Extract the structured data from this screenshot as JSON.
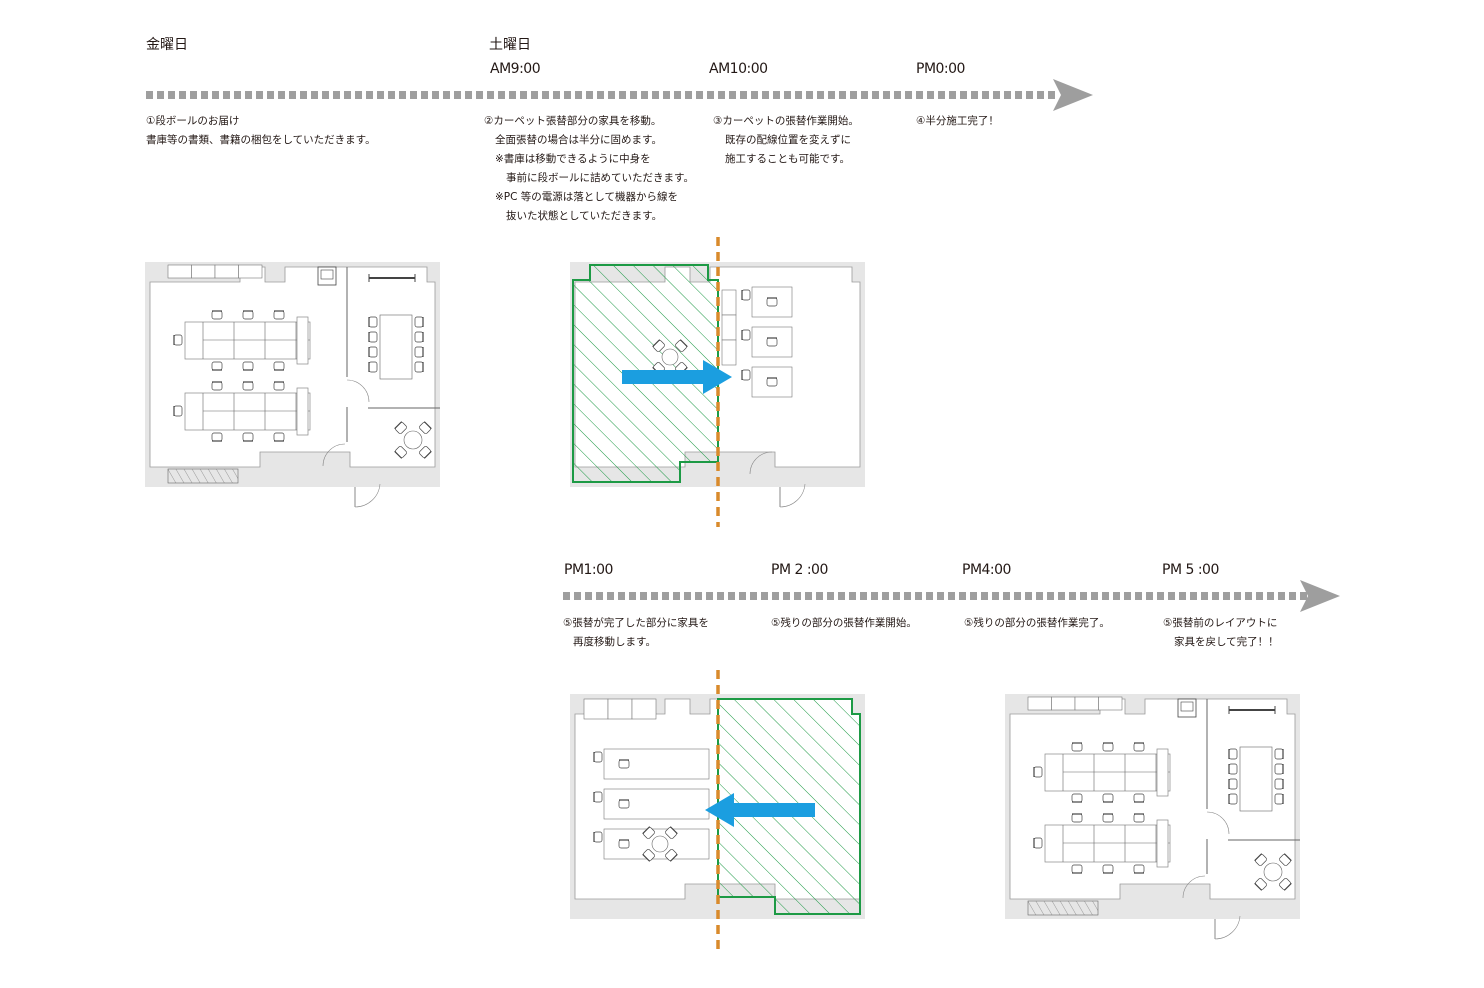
{
  "days": {
    "friday": "金曜日",
    "saturday": "土曜日"
  },
  "colors": {
    "timeline": "#9e9e9e",
    "divider": "#d98a2b",
    "hatch": "#1d9a45",
    "move_arrow": "#1b9ee0",
    "floor_band": "#e6e6e6",
    "wall": "#9a9a9a"
  },
  "timeline_top": {
    "times": [
      "AM9:00",
      "AM10:00",
      "PM0:00"
    ],
    "steps": [
      {
        "lines": [
          "①段ボールのお届け",
          "書庫等の書類、書籍の梱包をしていただきます。"
        ]
      },
      {
        "lines": [
          "②カーペット張替部分の家具を移動。",
          "全面張替の場合は半分に固めます。",
          "※書庫は移動できるように中身を",
          "事前に段ボールに詰めていただきます。",
          "※PC 等の電源は落として機器から線を",
          "抜いた状態としていただきます。"
        ]
      },
      {
        "lines": [
          "③カーペットの張替作業開始。",
          "既存の配線位置を変えずに",
          "施工することも可能です。"
        ]
      },
      {
        "lines": [
          "④半分施工完了！"
        ]
      }
    ]
  },
  "timeline_bottom": {
    "times": [
      "PM1:00",
      "PM 2 :00",
      "PM4:00",
      "PM 5 :00"
    ],
    "steps": [
      {
        "lines": [
          "⑤張替が完了した部分に家具を",
          "再度移動します。"
        ]
      },
      {
        "lines": [
          "⑤残りの部分の張替作業開始。"
        ]
      },
      {
        "lines": [
          "⑤残りの部分の張替作業完了。"
        ]
      },
      {
        "lines": [
          "⑤張替前のレイアウトに",
          "家具を戻して完了！！"
        ]
      }
    ]
  },
  "plans": [
    {
      "stage": "before",
      "hatched": "none",
      "move_direction": "none"
    },
    {
      "stage": "half-moved",
      "hatched": "left",
      "move_direction": "right"
    },
    {
      "stage": "moved-back",
      "hatched": "right",
      "move_direction": "left"
    },
    {
      "stage": "restored",
      "hatched": "none",
      "move_direction": "none"
    }
  ]
}
